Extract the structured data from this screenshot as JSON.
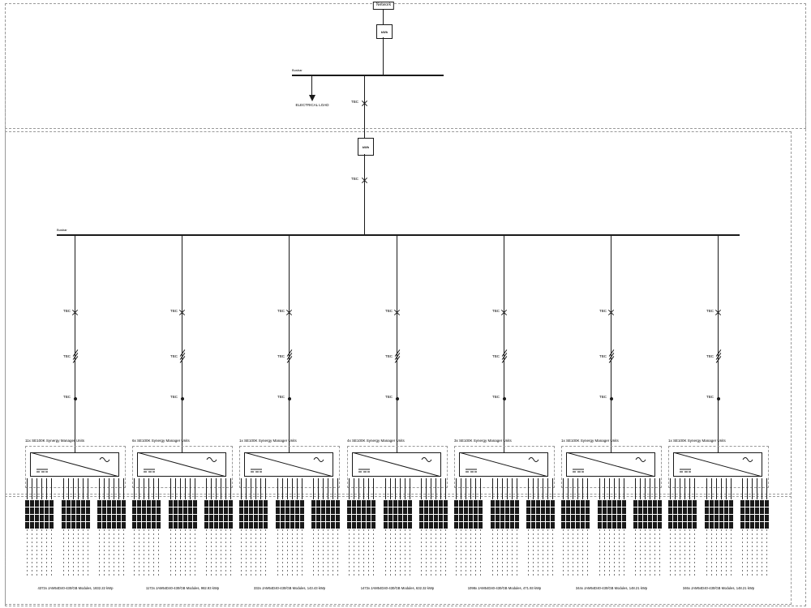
{
  "labels": {
    "network": "Network",
    "meter": "kWh",
    "grid_meter": "kWh",
    "busbar_top": "Busbar",
    "busbar_main": "Busbar",
    "electrical_load": "ELECTRICAL LOAD",
    "tbc": "TBC"
  },
  "branches": [
    {
      "synergy": "11x SE100K Synergy Manager Units",
      "modules": "4372x JAM54D40-430/GB Modules, 1832.22 kWp"
    },
    {
      "synergy": "6x SE100K Synergy Manager Units",
      "modules": "1172x JAM54D40-430/GB Modules, 982.93 kWp"
    },
    {
      "synergy": "1x SE100K Synergy Manager Units",
      "modules": "332x JAM54D40-430/GB Modules, 143.43 kWp"
    },
    {
      "synergy": "4x SE100K Synergy Manager Units",
      "modules": "1472x JAM54D40-430/GB Modules, 632.32 kWp"
    },
    {
      "synergy": "3x SE100K Synergy Manager Units",
      "modules": "1098x JAM54D40-430/GB Modules, 471.93 kWp"
    },
    {
      "synergy": "1x SE100K Synergy Manager Units",
      "modules": "344x JAM54D40-430/GB Modules, 148.21 kWp"
    },
    {
      "synergy": "1x SE100K Synergy Manager Units",
      "modules": "346x JAM54D40-430/GB Modules, 148.21 kWp"
    }
  ],
  "pv_array": {
    "clusters": 3,
    "strings_per_cluster": 6,
    "modules_per_string": 4
  },
  "colors": {
    "line": "#1a1a1a",
    "module": "#191919",
    "zone_border": "#9a9a9a",
    "background": "#ffffff"
  }
}
